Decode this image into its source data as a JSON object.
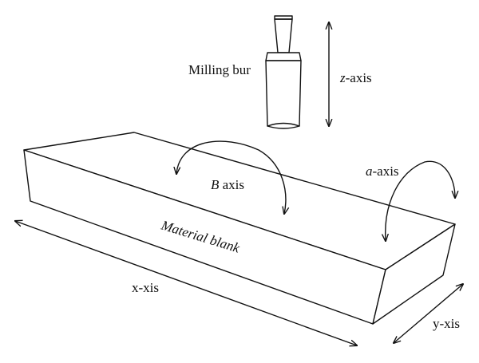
{
  "labels": {
    "milling_bur": "Milling bur",
    "z_axis": {
      "italic": "z",
      "rest": "-axis"
    },
    "b_axis": {
      "italic": "B",
      "rest": " axis"
    },
    "a_axis": {
      "italic": "a",
      "rest": "-axis"
    },
    "material_blank": "Material blank",
    "x_axis": "x-xis",
    "y_axis": "y-xis"
  },
  "colors": {
    "stroke": "#111111",
    "background": "#ffffff"
  }
}
